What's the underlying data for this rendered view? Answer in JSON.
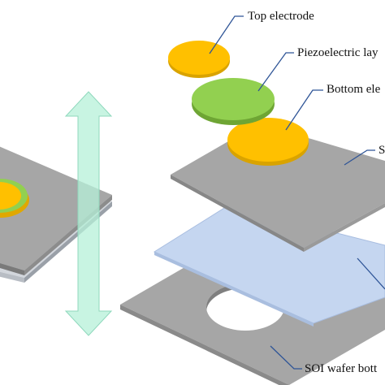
{
  "labels": {
    "top_electrode": "Top electrode",
    "piezoelectric_layer": "Piezoelectric lay",
    "bottom_electrode": "Bottom ele",
    "silicon_layer": "S",
    "soi_wafer_bottom": "SOI wafer bott"
  },
  "colors": {
    "electrode": "#ffc000",
    "piezoelectric": "#92d050",
    "silicon": "#a6a6a6",
    "oxide": "#c5d6f0",
    "arrow": "#b5f0d8",
    "leader_line": "#2f5597"
  },
  "icons": {
    "motion_arrow": "double-headed-vertical-arrow"
  }
}
